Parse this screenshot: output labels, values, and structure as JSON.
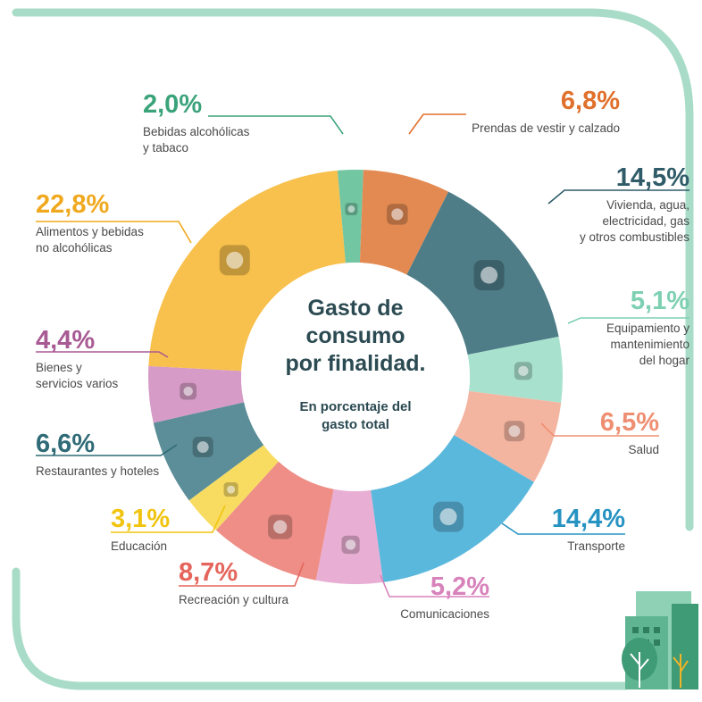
{
  "chart_data": {
    "type": "pie",
    "title": [
      "Gasto de",
      "consumo",
      "por finalidad."
    ],
    "subtitle": [
      "En porcentaje del",
      "gasto total"
    ],
    "legend": "none",
    "slices": [
      {
        "value": 2.0,
        "value_label": "2,0%",
        "name": [
          "Bebidas alcohólicas",
          "y tabaco"
        ],
        "color": "#72c6a2",
        "label_color": "#3aa37a",
        "icon": "bottle-icon"
      },
      {
        "value": 6.8,
        "value_label": "6,8%",
        "name": [
          "Prendas de vestir y calzado"
        ],
        "color": "#e38a52",
        "label_color": "#e0702c",
        "icon": "tshirt-icon"
      },
      {
        "value": 14.5,
        "value_label": "14,5%",
        "name": [
          "Vivienda, agua,",
          "electricidad, gas",
          "y otros combustibles"
        ],
        "color": "#4e7c87",
        "label_color": "#2f5c68",
        "icon": "key-bulb-icon"
      },
      {
        "value": 5.1,
        "value_label": "5,1%",
        "name": [
          "Equipamiento y",
          "mantenimiento",
          "del hogar"
        ],
        "color": "#a8e2cf",
        "label_color": "#7ed0b3",
        "icon": "washing-machine-icon"
      },
      {
        "value": 6.5,
        "value_label": "6,5%",
        "name": [
          "Salud"
        ],
        "color": "#f4b5a0",
        "label_color": "#ef8f72",
        "icon": "health-cross-icon"
      },
      {
        "value": 14.4,
        "value_label": "14,4%",
        "name": [
          "Transporte"
        ],
        "color": "#5bb8dd",
        "label_color": "#2793c2",
        "icon": "car-icon"
      },
      {
        "value": 5.2,
        "value_label": "5,2%",
        "name": [
          "Comunicaciones"
        ],
        "color": "#e8aed4",
        "label_color": "#d882bb",
        "icon": "phone-icon"
      },
      {
        "value": 8.7,
        "value_label": "8,7%",
        "name": [
          "Recreación y cultura"
        ],
        "color": "#ee8e86",
        "label_color": "#e5655c",
        "icon": "guitar-icon"
      },
      {
        "value": 3.1,
        "value_label": "3,1%",
        "name": [
          "Educación"
        ],
        "color": "#f8dc62",
        "label_color": "#f1c40f",
        "icon": "book-icon"
      },
      {
        "value": 6.6,
        "value_label": "6,6%",
        "name": [
          "Restaurantes y hoteles"
        ],
        "color": "#5b8e98",
        "label_color": "#2f6b77",
        "icon": "plate-suitcase-icon"
      },
      {
        "value": 4.4,
        "value_label": "4,4%",
        "name": [
          "Bienes y",
          "servicios varios"
        ],
        "color": "#d69bc6",
        "label_color": "#a85a93",
        "icon": "scissors-icon"
      },
      {
        "value": 22.8,
        "value_label": "22,8%",
        "name": [
          "Alimentos y bebidas",
          "no alcohólicas"
        ],
        "color": "#f8c04c",
        "label_color": "#f0a91e",
        "icon": "chicken-icon"
      }
    ]
  },
  "decoration": {
    "frame_color": "#a8dcc8",
    "icon": "city-trees-icon"
  }
}
